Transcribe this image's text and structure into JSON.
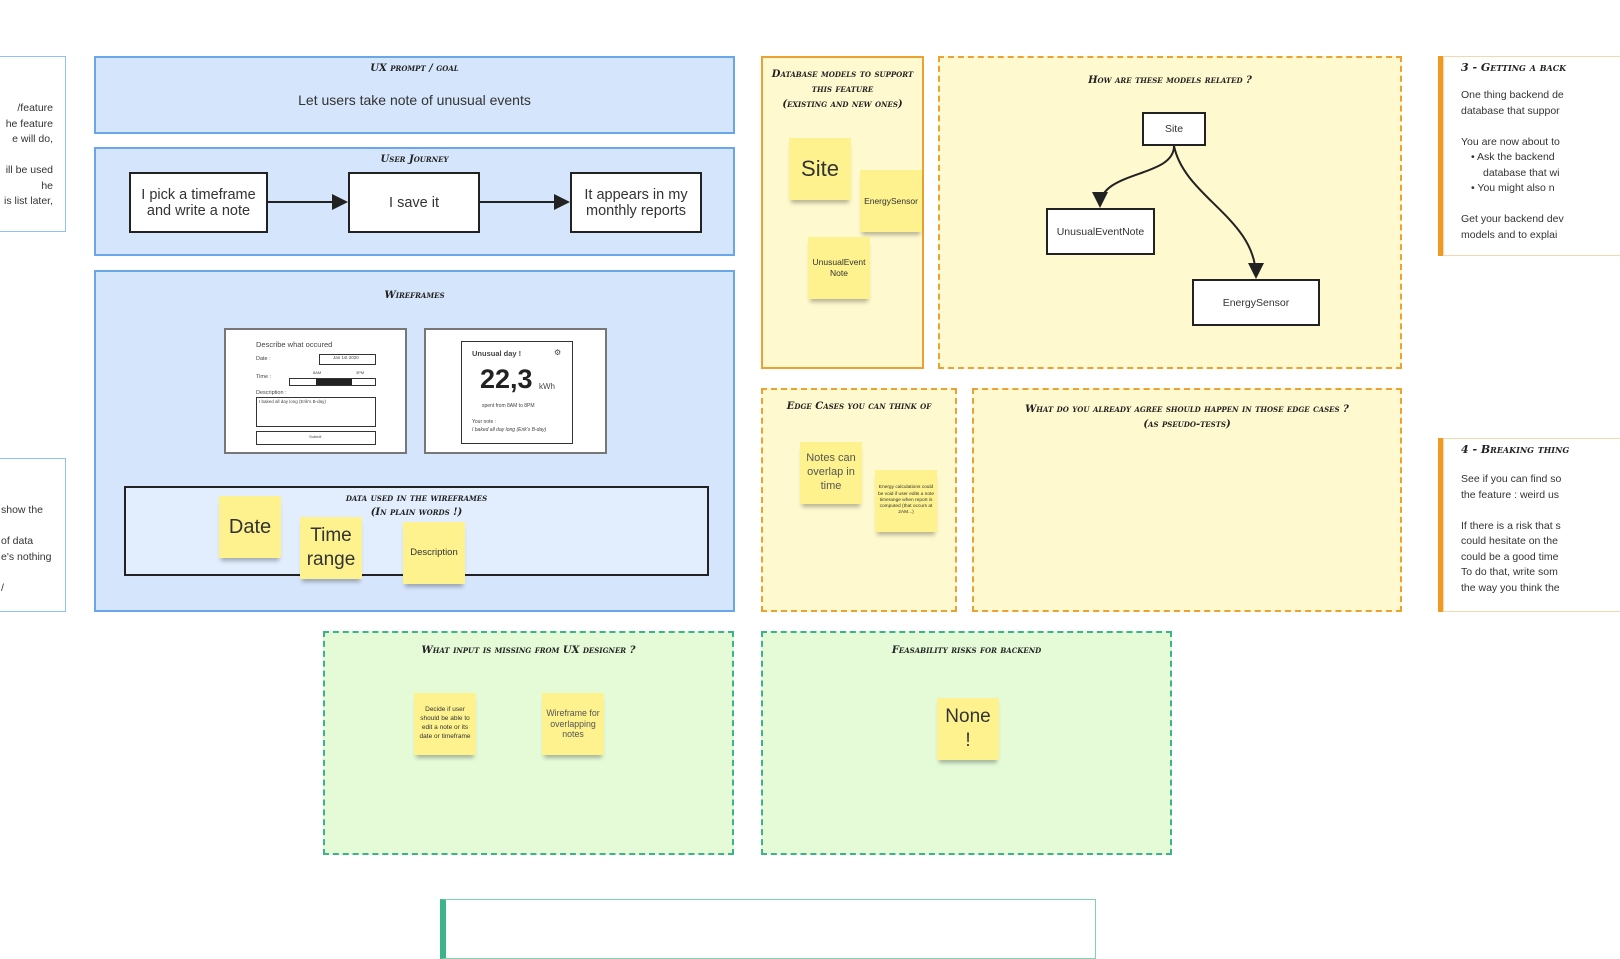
{
  "left_panels": {
    "top_lines": [
      "/feature",
      "he feature",
      "e will do,",
      "",
      "ill be used",
      "he",
      "is list later,"
    ],
    "bottom_lines": [
      "show the",
      "",
      "of data",
      "e's nothing",
      "",
      "/"
    ]
  },
  "ux_prompt": {
    "title": "UX prompt / goal",
    "text": "Let users take note of unusual events"
  },
  "user_journey": {
    "title": "User Journey",
    "steps": [
      "I pick a timeframe and write a note",
      "I save it",
      "It appears in my monthly reports"
    ]
  },
  "wireframes": {
    "title": "Wireframes",
    "form": {
      "title": "Describe what occured",
      "date_label": "Date :",
      "date_value": "Jan 1st 2020",
      "time_label": "Time :",
      "time_start": "8AM",
      "time_end": "3PM",
      "description_label": "Description :",
      "description_value": "I baked all day long (Erik's B-day)",
      "submit_label": "Submit"
    },
    "report": {
      "title": "Unusual day !",
      "value": "22,3",
      "unit": "kWh",
      "subtitle": "spent from 8AM to 8PM",
      "note_label": "Your note :",
      "note_text": "I baked all day long (Erik's B-day)"
    },
    "data_used": {
      "title": "data used in the wireframes\n(In plain words !)",
      "stickies": [
        "Date",
        "Time range",
        "Description"
      ]
    }
  },
  "db_models": {
    "title": "Database models to support this feature\n(existing and new ones)",
    "stickies": [
      "Site",
      "EnergySensor",
      "UnusualEvent Note"
    ]
  },
  "models_related": {
    "title": "How are these models related ?",
    "nodes": [
      "Site",
      "UnusualEventNote",
      "EnergySensor"
    ]
  },
  "right_panel_3": {
    "title": "3 - Getting a back",
    "lines": [
      "One thing backend de",
      "database that suppor",
      "",
      "You are now about to",
      "Ask the backend",
      "database that wi",
      "You might also n",
      "",
      "Get your backend dev",
      "models and to explai"
    ]
  },
  "edge_cases": {
    "title": "Edge Cases you can think of",
    "stickies": [
      "Notes can overlap in time",
      "Energy calculations could be void if user edits a note timerange when report is computed (that occurs at 2AM...)"
    ]
  },
  "agree_edge": {
    "title": "What do you already agree should happen in those edge cases ?\n(as pseudo-tests)"
  },
  "right_panel_4": {
    "title": "4 - Breaking thing",
    "lines": [
      "See if you can find so",
      "the feature : weird us",
      "",
      "If there is a risk that s",
      "could hesitate on the",
      "could be a good time",
      "To do that, write som",
      "the way you think the"
    ]
  },
  "missing_input": {
    "title": "What input is missing from UX designer ?",
    "stickies": [
      "Decide if user should be able to edit a note or its date or timeframe",
      "Wireframe for overlapping notes"
    ]
  },
  "feasibility": {
    "title": "Feasability risks for backend",
    "stickies": [
      "None !"
    ]
  },
  "colors": {
    "blue_frame": "#d5e5fb",
    "yellow_frame": "#fff9cf",
    "green_frame": "#e5fbd8",
    "sticky": "#fdf28e",
    "orange_accent": "#ef9a21"
  }
}
